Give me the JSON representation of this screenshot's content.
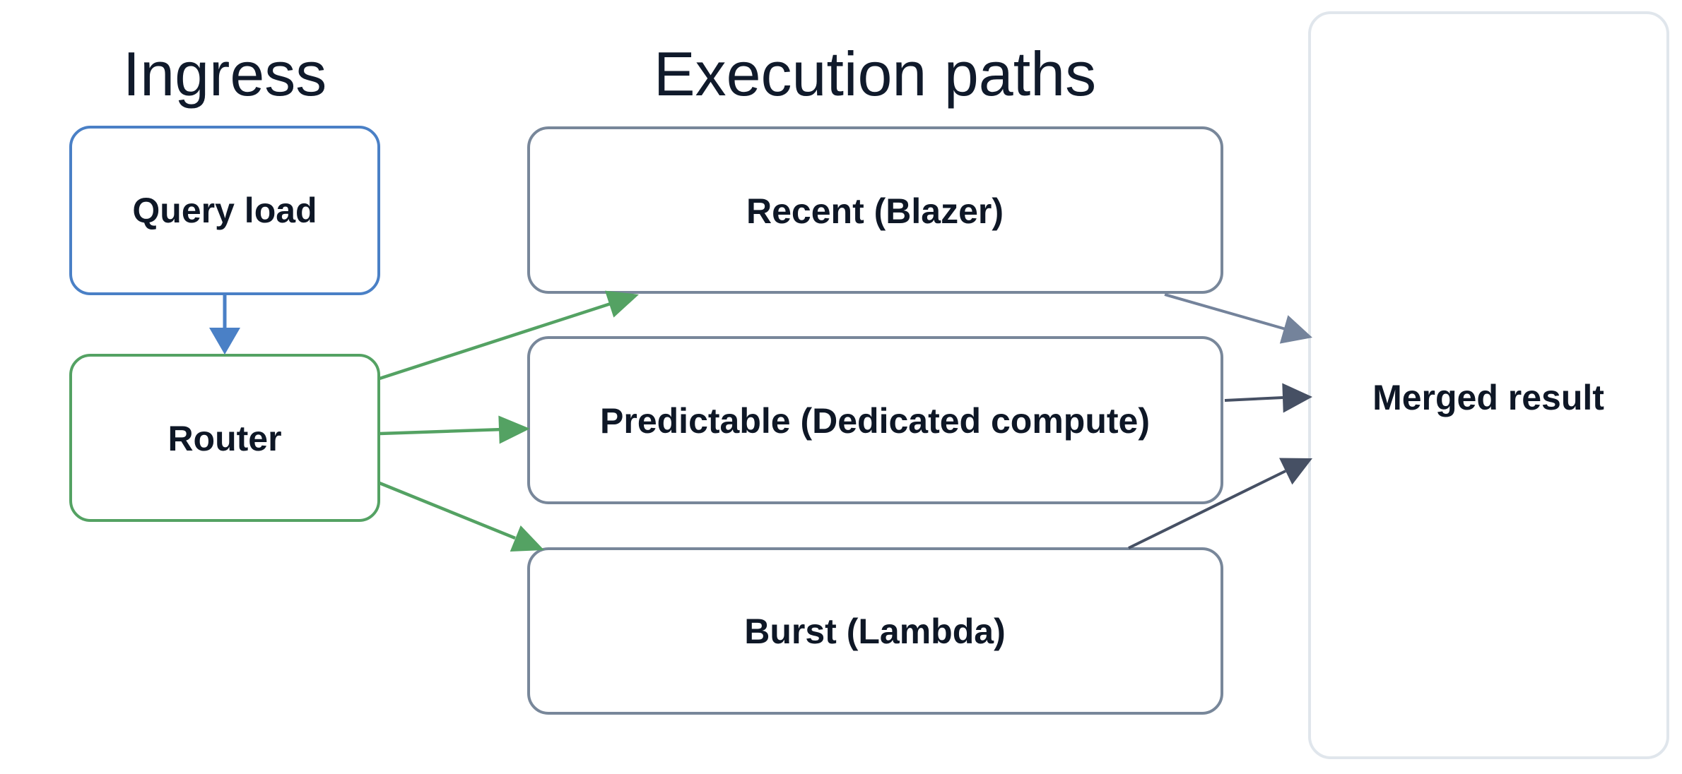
{
  "diagram": {
    "titles": {
      "ingress": "Ingress",
      "execution_paths": "Execution paths"
    },
    "nodes": {
      "query_load": {
        "label": "Query load",
        "border_color": "#4a80c6"
      },
      "router": {
        "label": "Router",
        "border_color": "#54a263"
      },
      "recent": {
        "label": "Recent (Blazer)",
        "border_color": "#78879a"
      },
      "predictable": {
        "label": "Predictable (Dedicated compute)",
        "border_color": "#78879a"
      },
      "burst": {
        "label": "Burst (Lambda)",
        "border_color": "#78879a"
      },
      "merged": {
        "label": "Merged result",
        "border_color": "#e0e6ec"
      }
    },
    "edges": {
      "query_to_router": {
        "from": "query_load",
        "to": "router",
        "color": "#4a80c6"
      },
      "router_to_recent": {
        "from": "router",
        "to": "recent",
        "color": "#54a263"
      },
      "router_to_predictable": {
        "from": "router",
        "to": "predictable",
        "color": "#54a263"
      },
      "router_to_burst": {
        "from": "router",
        "to": "burst",
        "color": "#54a263"
      },
      "recent_to_merged": {
        "from": "recent",
        "to": "merged",
        "color": "#74839b"
      },
      "predictable_to_merged": {
        "from": "predictable",
        "to": "merged",
        "color": "#465064"
      },
      "burst_to_merged": {
        "from": "burst",
        "to": "merged",
        "color": "#465064"
      }
    },
    "text_color": "#101a2b"
  }
}
